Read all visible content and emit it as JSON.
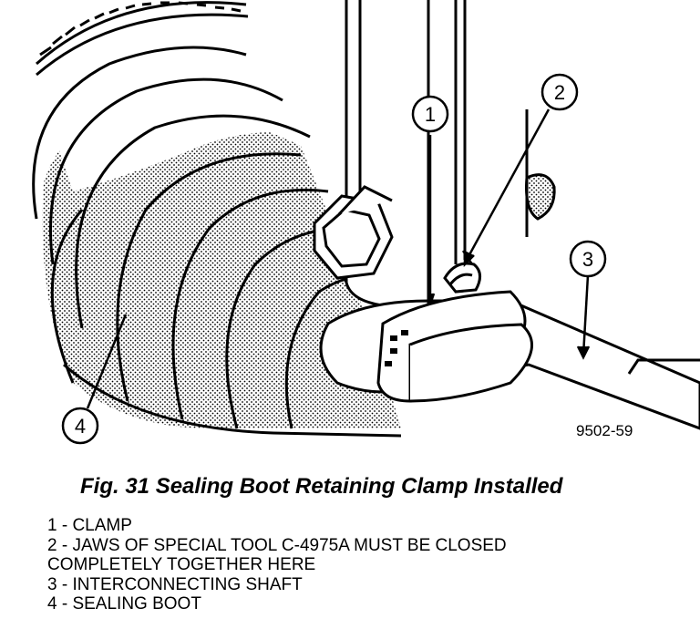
{
  "figure": {
    "id_label": "9502-59",
    "caption": "Fig. 31 Sealing Boot Retaining Clamp Installed",
    "callouts": [
      {
        "number": "1",
        "target": "clamp"
      },
      {
        "number": "2",
        "target": "tool-jaws"
      },
      {
        "number": "3",
        "target": "interconnecting-shaft"
      },
      {
        "number": "4",
        "target": "sealing-boot"
      }
    ]
  },
  "legend": {
    "item1": "1 - CLAMP",
    "item2_line1": "2 - JAWS OF SPECIAL TOOL C-4975A MUST BE CLOSED",
    "item2_line2": "COMPLETELY TOGETHER HERE",
    "item3": "3 - INTERCONNECTING SHAFT",
    "item4": "4 - SEALING BOOT"
  }
}
